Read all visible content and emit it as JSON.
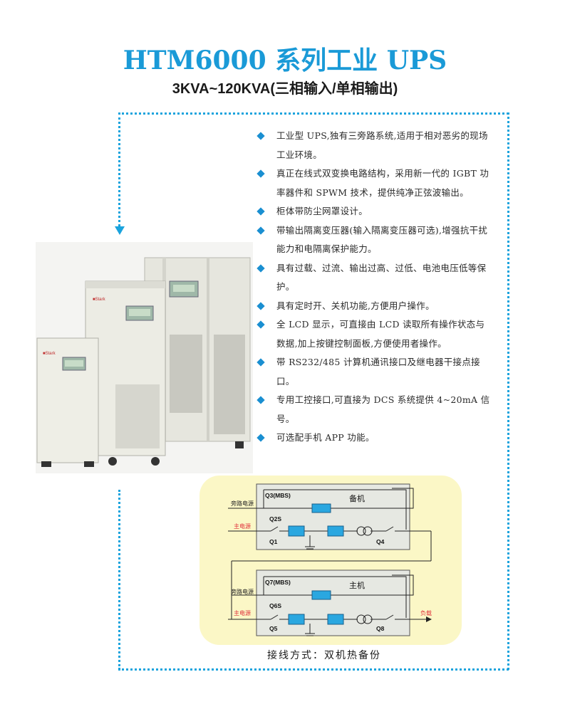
{
  "header": {
    "title": "HTM6000 系列工业 UPS",
    "subtitle": "3KVA~120KVA(三相输入/单相输出)"
  },
  "features": [
    "工业型 UPS,独有三旁路系统,适用于相对恶劣的现场工业环境。",
    "真正在线式双变换电路结构，采用新一代的 IGBT 功率器件和 SPWM 技术，提供纯净正弦波输出。",
    "柜体带防尘网罩设计。",
    "带输出隔离变压器(输入隔离变压器可选),增强抗干扰能力和电隔离保护能力。",
    "具有过载、过流、输出过高、过低、电池电压低等保护。",
    "具有定时开、关机功能,方便用户操作。",
    "全 LCD 显示，可直接由 LCD 读取所有操作状态与数据,加上按键控制面板,方便使用者操作。",
    "带 RS232/485 计算机通讯接口及继电器干接点接口。",
    "专用工控接口,可直接为 DCS 系统提供 4~20mA 信号。",
    "可选配手机 APP 功能。"
  ],
  "diagram": {
    "backup_unit_label": "备机",
    "main_unit_label": "主机",
    "bypass_source": "旁路电源",
    "main_source": "主电源",
    "load": "负载",
    "switches_top": [
      "Q3(MBS)",
      "Q2S",
      "Q1",
      "Q4"
    ],
    "switches_bottom": [
      "Q7(MBS)",
      "Q6S",
      "Q5",
      "Q8"
    ],
    "caption": "接线方式：双机热备份"
  },
  "colors": {
    "accent": "#1a9ad7",
    "module": "#2aa7e0",
    "red_label": "#e0303a",
    "diagram_bg": "#fbf7c6"
  }
}
